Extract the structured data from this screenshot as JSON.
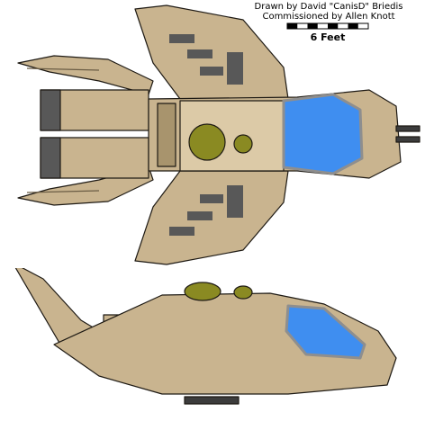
{
  "credits": {
    "line1": "Drawn by David \"CanisD\" Briedis",
    "line2": "Commissioned by Allen Knott"
  },
  "scale": {
    "label": "6 Feet",
    "segments": 8
  },
  "colors": {
    "hull": "#c9b48f",
    "hull_dark": "#a8946d",
    "hull_light": "#dccaa7",
    "panel": "#585858",
    "outline": "#1e1a14",
    "canopy": "#3f8ef0",
    "canopy_frame": "#8e8e8e",
    "dome": "#8a8a22",
    "gun": "#3c3c3c"
  },
  "views": {
    "top": "top-view",
    "side": "side-view"
  }
}
